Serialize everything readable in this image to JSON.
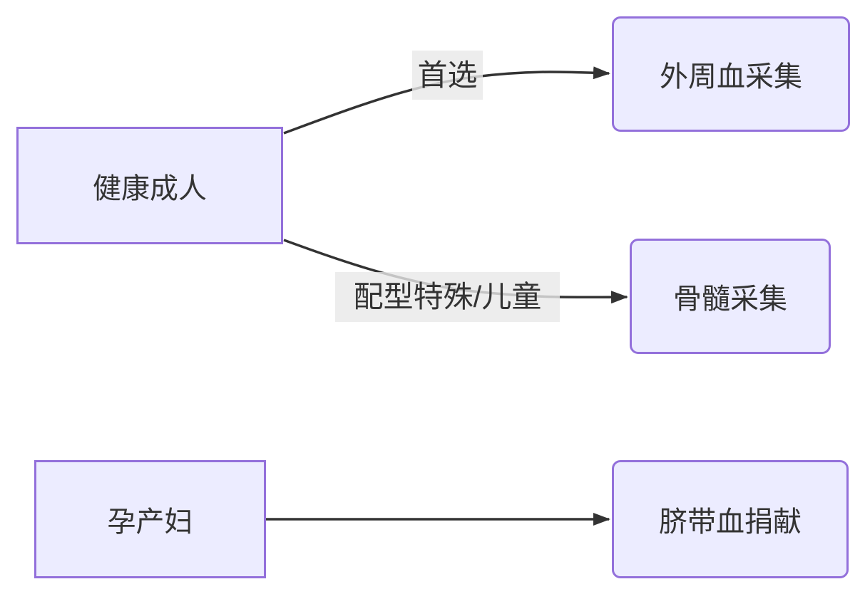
{
  "diagram": {
    "type": "flowchart",
    "direction": "left-to-right",
    "nodes": [
      {
        "id": "healthy-adult",
        "label": "健康成人",
        "shape": "rectangle"
      },
      {
        "id": "peripheral-blood-collection",
        "label": "外周血采集",
        "shape": "rounded"
      },
      {
        "id": "bone-marrow-collection",
        "label": "骨髓采集",
        "shape": "rounded"
      },
      {
        "id": "pregnant-woman",
        "label": "孕产妇",
        "shape": "rectangle"
      },
      {
        "id": "cord-blood-donation",
        "label": "脐带血捐献",
        "shape": "rounded"
      }
    ],
    "edges": [
      {
        "from": "healthy-adult",
        "to": "peripheral-blood-collection",
        "label": "首选"
      },
      {
        "from": "healthy-adult",
        "to": "bone-marrow-collection",
        "label": "配型特殊/儿童"
      },
      {
        "from": "pregnant-woman",
        "to": "cord-blood-donation",
        "label": ""
      }
    ],
    "colors": {
      "node_fill": "#ECECFF",
      "node_border": "#9370DB",
      "edge_line": "#333333",
      "edge_label_background": "#e8e8e8",
      "text": "#333333",
      "background": "#ffffff"
    }
  }
}
